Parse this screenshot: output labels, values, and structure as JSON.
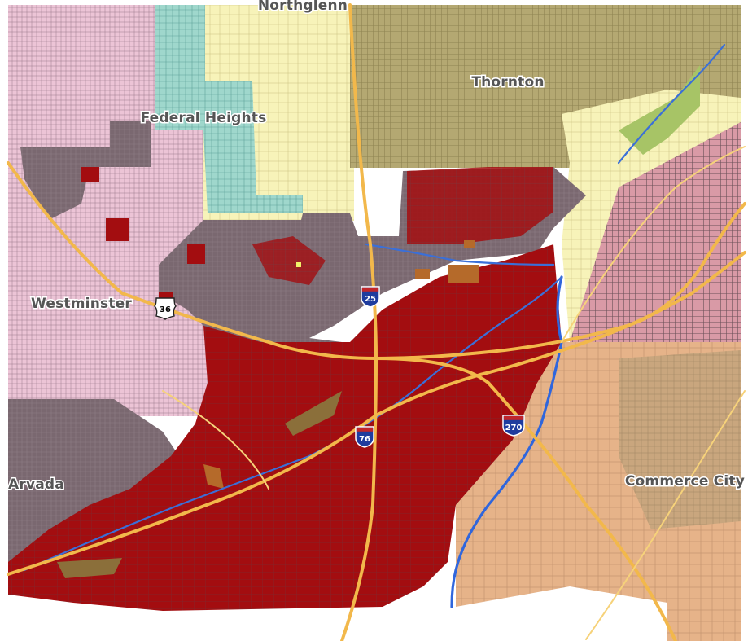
{
  "colors": {
    "background": "#ffffff",
    "westminster": "#ecc4d6",
    "federal_heights": "#9fd7cc",
    "thornton": "#b4a872",
    "thornton_light": "#f7f3b9",
    "northglenn": "#e4d98e",
    "unincorporated_grey": "#7a6870",
    "unincorporated_red": "#a30d10",
    "commerce_city": "#e6b389",
    "commerce_city_tan": "#c9a67e",
    "arvada": "#9ac79b",
    "east_pink": "#d99aa6",
    "green_park": "#a7c466",
    "road_major": "#f2b84b",
    "river": "#3a6fd8",
    "interstate_shield": "#1f3c9e"
  },
  "labels": {
    "northglenn": "Northglenn",
    "thornton": "Thornton",
    "federal_heights": "Federal Heights",
    "westminster": "Westminster",
    "arvada": "Arvada",
    "commerce_city": "Commerce City"
  },
  "shields": {
    "i25": "25",
    "i76": "76",
    "i270": "270",
    "us36": "36"
  },
  "icons": {
    "interstate": "interstate-shield-icon",
    "us_highway": "us-highway-shield-icon"
  }
}
